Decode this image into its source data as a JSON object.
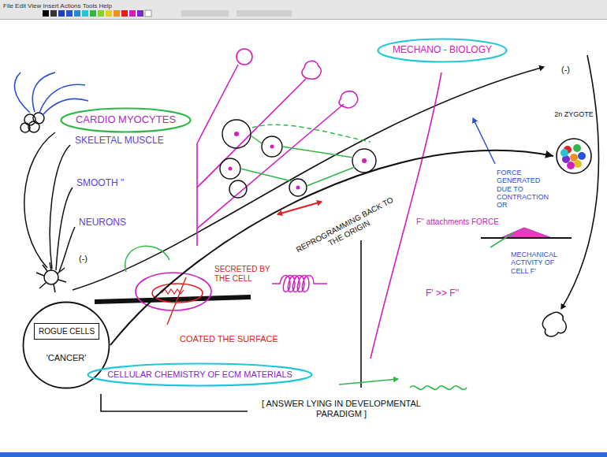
{
  "diagram": {
    "nodes": [
      {
        "text": [
          "CARDIO MYOCYTES"
        ]
      },
      {
        "text": [
          "MECHANO - BIOLOGY"
        ]
      },
      {
        "text": [
          "'CANCER'"
        ]
      },
      {
        "text": [
          "ROGUE CELLS"
        ],
        "in": 2
      },
      {
        "text": [
          "CELLULAR CHEMISTRY OF ECM MATERIALS"
        ]
      },
      {
        "text": [
          "2n ZYGOTE"
        ]
      }
    ],
    "edges": [
      {
        "from": 2,
        "to": 5,
        "arrow": "to"
      }
    ],
    "labels": [
      "File Edit View Insert Actions Tools Help",
      "SKELETAL MUSCLE",
      "SMOOTH \"",
      "NEURONS",
      "(-)",
      "FORCE GENERATED DUE TO CONTRACTION OR",
      "F'' attachments FORCE",
      "MECHANICAL ACTIVITY OF CELL F'",
      "F' >> F''",
      "REPROGRAMMING BACK TO THE ORIGIN",
      "SECRETED BY THE CELL",
      "(-)",
      "COATED THE SURFACE",
      "[ ANSWER LYING IN DEVELOPMENTAL PARADIGM ]"
    ]
  }
}
